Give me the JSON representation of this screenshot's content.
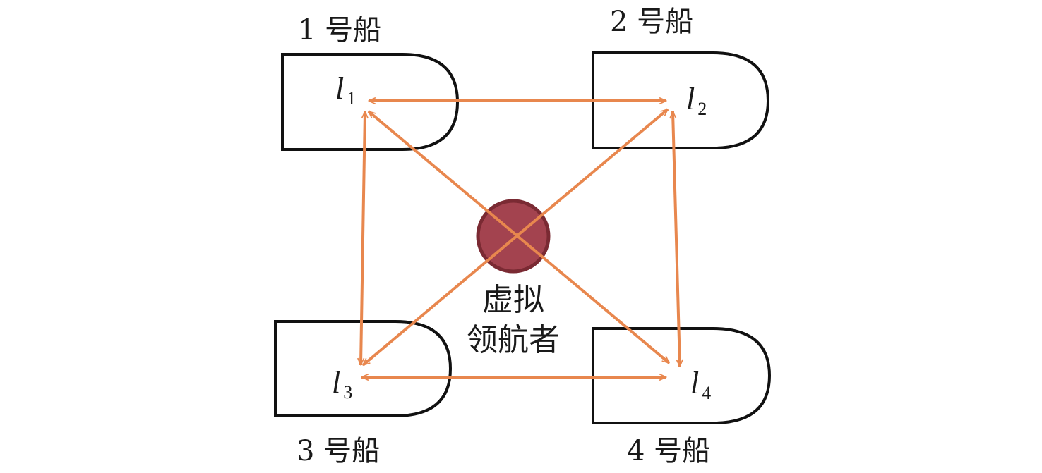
{
  "colors": {
    "arrow": "#e8874e",
    "leader_fill": "#a3434f",
    "leader_stroke": "#7a2a33",
    "hull_stroke": "#111111"
  },
  "ships": [
    {
      "id": "ship1",
      "label": "1 号船",
      "pos_base": "l",
      "pos_sub": "1"
    },
    {
      "id": "ship2",
      "label": "2 号船",
      "pos_base": "l",
      "pos_sub": "2"
    },
    {
      "id": "ship3",
      "label": "3 号船",
      "pos_base": "l",
      "pos_sub": "3"
    },
    {
      "id": "ship4",
      "label": "4 号船",
      "pos_base": "l",
      "pos_sub": "4"
    }
  ],
  "leader": {
    "label_line1": "虚拟",
    "label_line2": "领航者"
  },
  "links": [
    {
      "from": "ship1",
      "to": "ship2",
      "bidirectional": true
    },
    {
      "from": "ship1",
      "to": "ship3",
      "bidirectional": true
    },
    {
      "from": "ship2",
      "to": "ship4",
      "bidirectional": true
    },
    {
      "from": "ship3",
      "to": "ship4",
      "bidirectional": true
    },
    {
      "from": "ship1",
      "to": "ship4",
      "bidirectional": true
    },
    {
      "from": "ship2",
      "to": "ship3",
      "bidirectional": true
    }
  ]
}
